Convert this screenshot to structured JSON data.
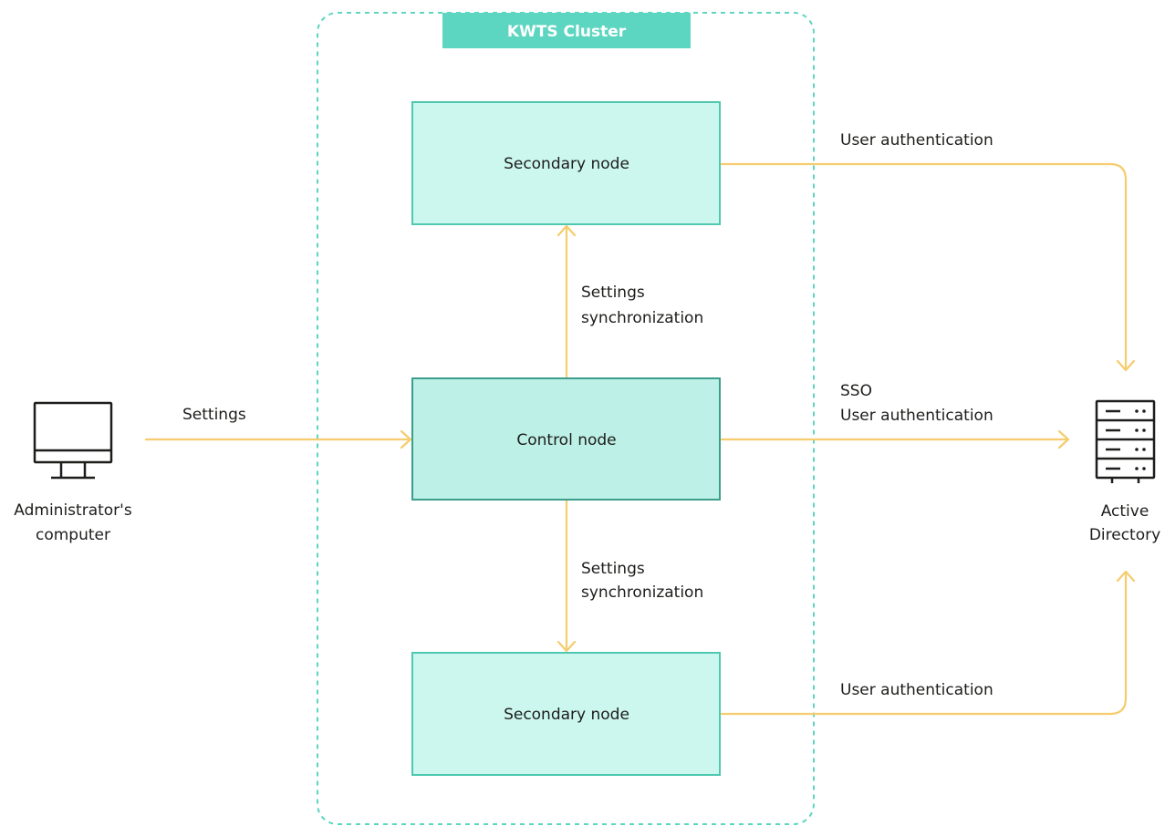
{
  "cluster": {
    "label": "KWTS Cluster"
  },
  "nodes": {
    "secondary_top": "Secondary node",
    "control": "Control node",
    "secondary_bottom": "Secondary node"
  },
  "admin": {
    "line1": "Administrator's",
    "line2": "computer"
  },
  "active_directory": {
    "line1": "Active",
    "line2": "Directory"
  },
  "edges": {
    "settings": "Settings",
    "sync_up_line1": "Settings",
    "sync_up_line2": "synchronization",
    "sync_down_line1": "Settings",
    "sync_down_line2": "synchronization",
    "auth_top": "User authentication",
    "sso_line1": "SSO",
    "sso_line2": "User authentication",
    "auth_bottom": "User authentication"
  },
  "colors": {
    "cluster_border": "#5cd6c0",
    "cluster_header": "#5cd6c0",
    "node_fill": "#ccf7ee",
    "control_fill": "#bdf0e6",
    "node_border": "#4fc8b0",
    "control_border": "#3d9d8c",
    "arrow": "#f5cc6e",
    "icon": "#1d1d1b"
  }
}
